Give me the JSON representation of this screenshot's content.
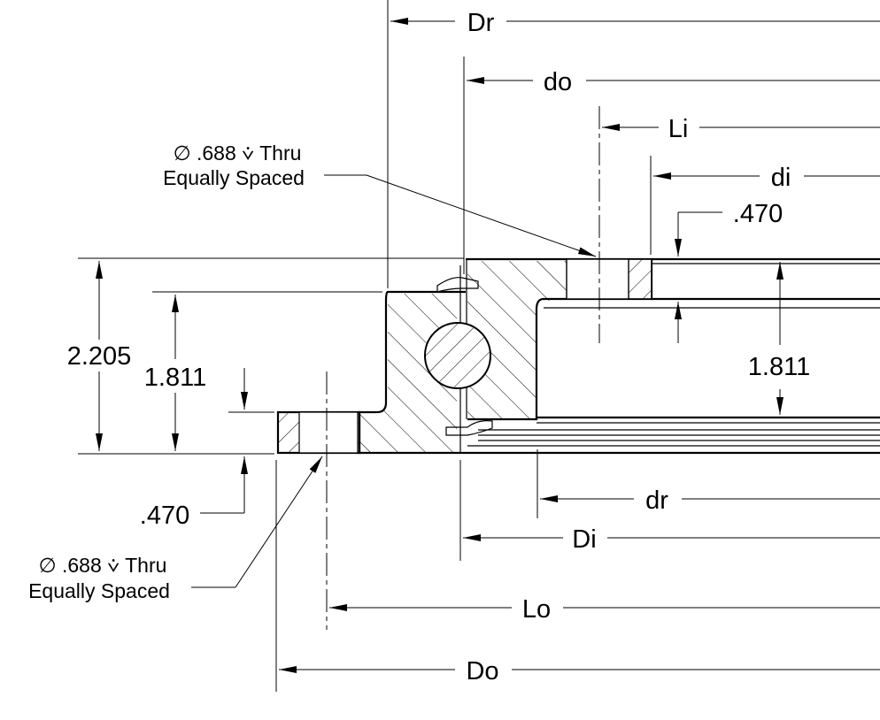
{
  "dimensions": {
    "Dr": "Dr",
    "do": "do",
    "Li": "Li",
    "di": "di",
    "dr": "dr",
    "Di": "Di",
    "Lo": "Lo",
    "Do": "Do",
    "overall_height": "2.205",
    "outer_height": "1.811",
    "inner_height": "1.811",
    "top_flange": ".470",
    "bottom_flange": ".470"
  },
  "hole_notes": {
    "top": {
      "line1": "∅ .688 ⩒ Thru",
      "line2": "Equally Spaced"
    },
    "bottom": {
      "line1": "∅ .688 ⩒ Thru",
      "line2": "Equally Spaced"
    }
  }
}
